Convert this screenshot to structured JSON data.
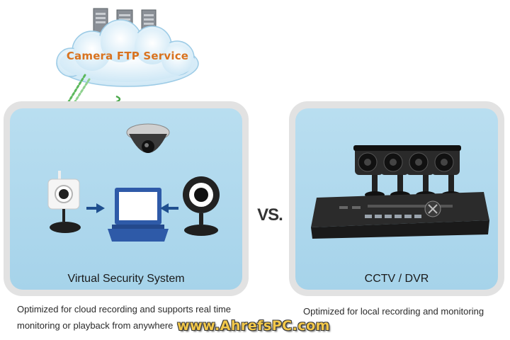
{
  "cloud": {
    "title": "Camera FTP Service",
    "icon": "server-cloud-icon"
  },
  "left_panel": {
    "label": "Virtual Security System",
    "caption_line1": "Optimized for cloud recording and supports real time",
    "caption_line2": "monitoring or playback from anywhere",
    "icons": [
      "ip-camera-icon",
      "dome-camera-icon",
      "laptop-icon",
      "webcam-icon",
      "arrow-right-icon",
      "arrow-left-icon",
      "wifi-signal-icon"
    ]
  },
  "vs_label": "VS.",
  "right_panel": {
    "label": "CCTV / DVR",
    "caption": "Optimized for local recording and monitoring",
    "icons": [
      "cctv-camera-icon",
      "dvr-recorder-icon"
    ]
  },
  "watermark": "www.AhrefsPC.com",
  "colors": {
    "panel_blue": "#a6d3ea",
    "panel_border": "#e2e2e2",
    "cloud_title": "#d9731f",
    "signal_green": "#5cb85c",
    "laptop_blue": "#2e5aa8",
    "watermark_gold": "#f3c84a"
  }
}
